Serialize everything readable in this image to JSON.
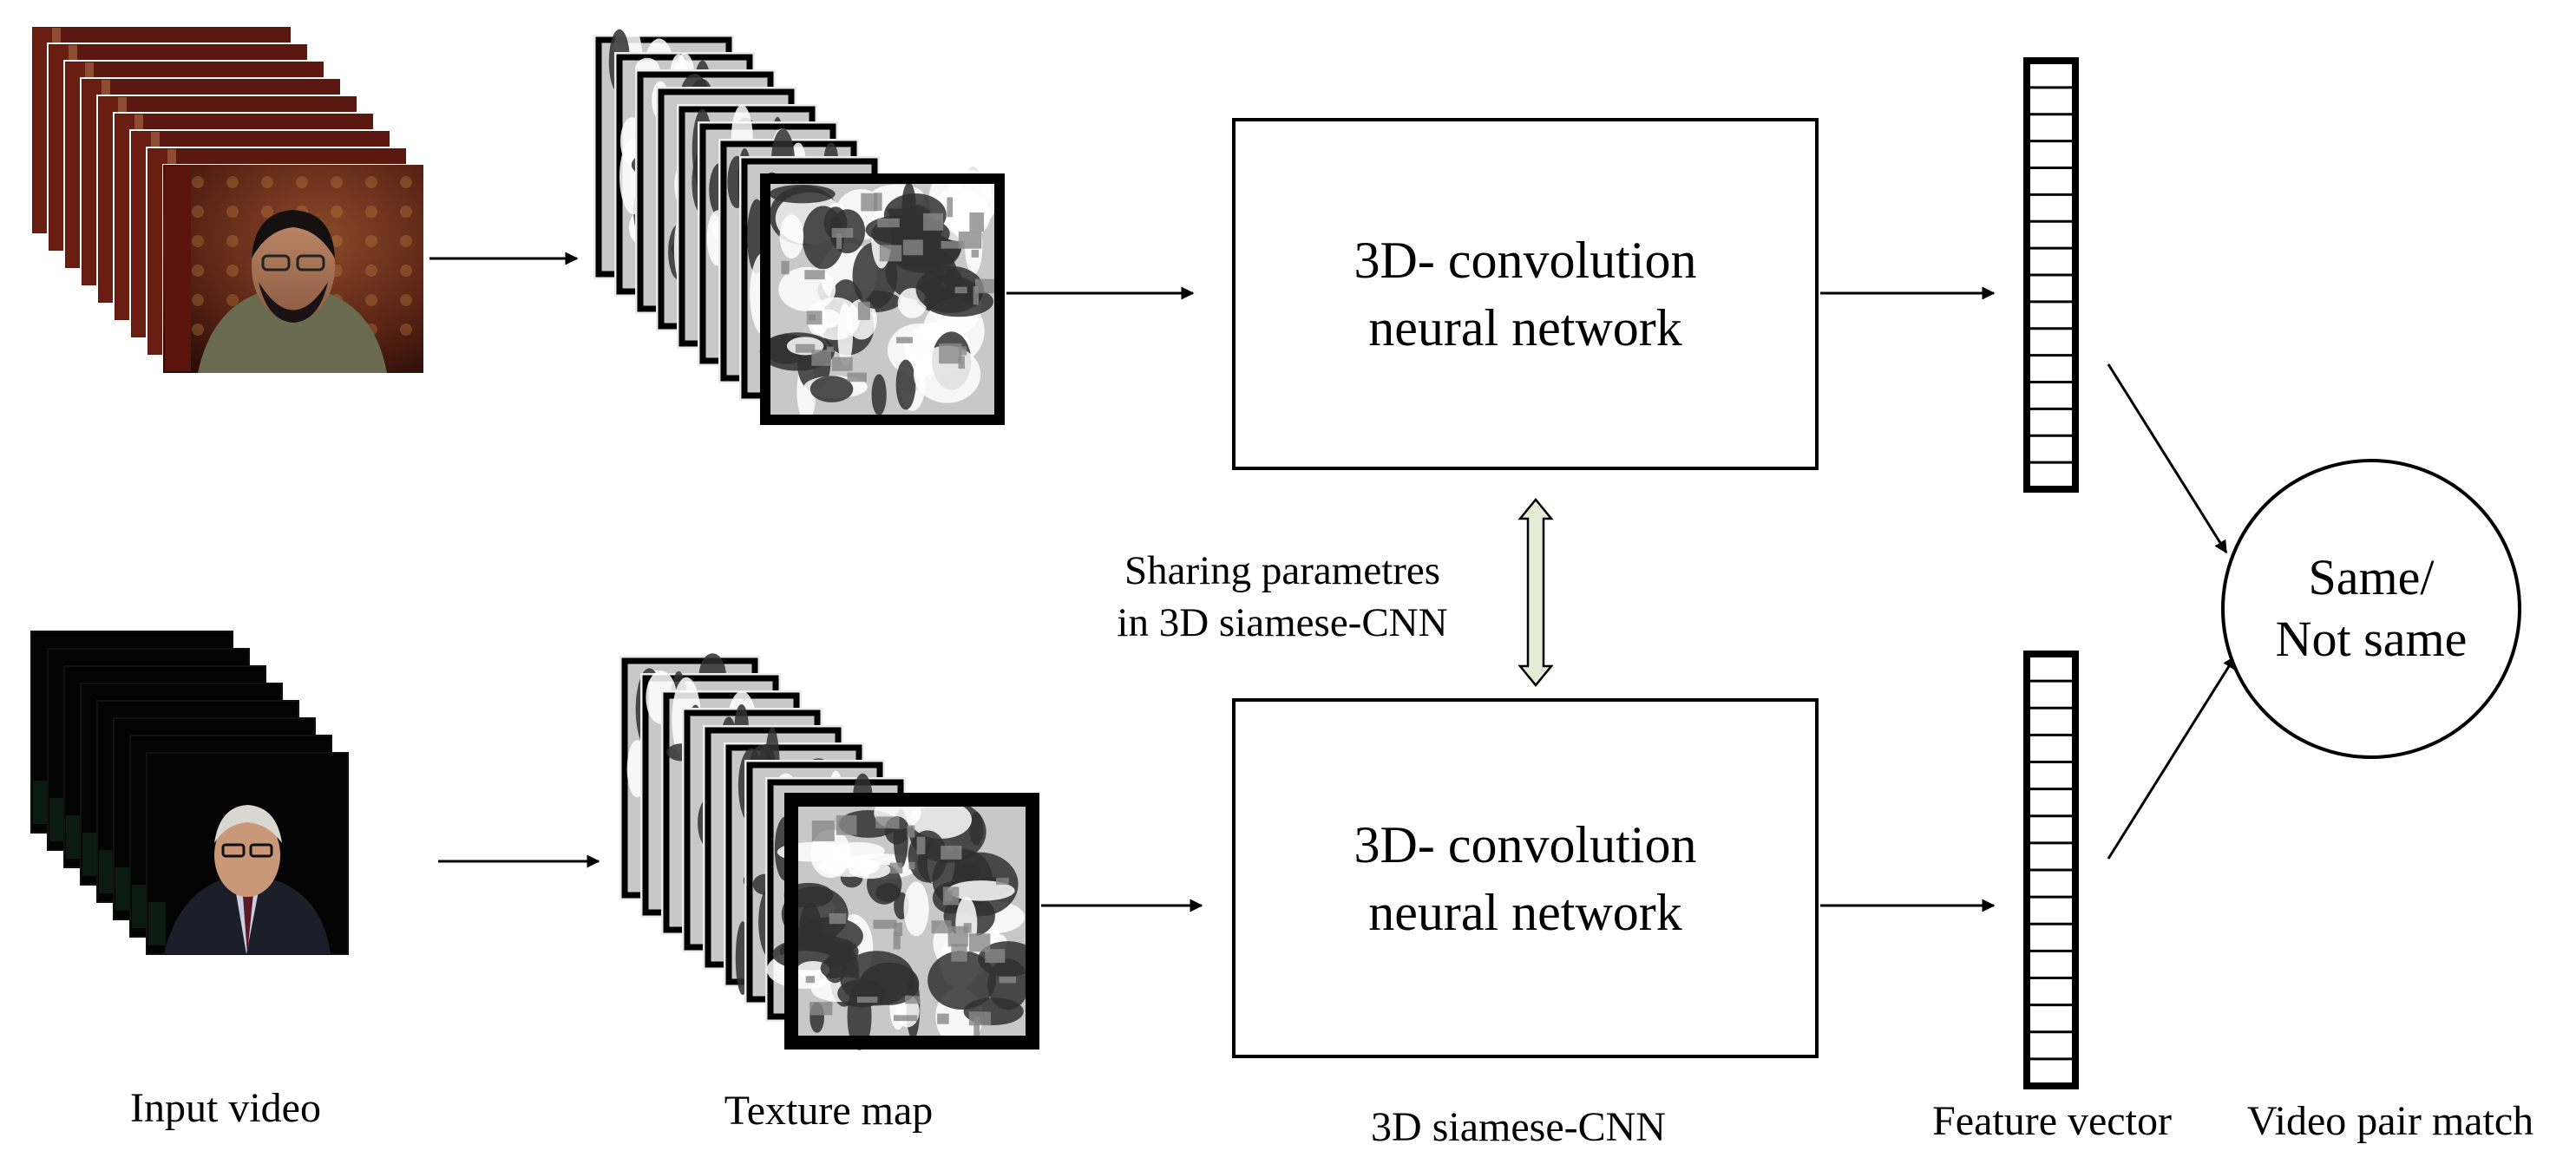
{
  "rows": [
    {
      "id": "top",
      "video_tone": "#5a1810",
      "network_lines": [
        "3D- convolution",
        "neural network"
      ]
    },
    {
      "id": "bottom",
      "video_tone": "#050505",
      "network_lines": [
        "3D- convolution",
        "neural network"
      ]
    }
  ],
  "sharing_label": [
    "Sharing parametres",
    "in 3D siamese-CNN"
  ],
  "decision": {
    "line1": "Same/",
    "line2": "Not same"
  },
  "captions": {
    "input_video": "Input video",
    "texture_map": "Texture map",
    "siamese_cnn": "3D siamese-CNN",
    "feature_vector": "Feature vector",
    "video_pair_match": "Video pair match"
  },
  "colors": {
    "sharing_arrow_fill": "#e4ecd6",
    "texture_light": "#c8c8c8",
    "texture_dark": "#303030"
  },
  "feature_vector_cells": 16
}
